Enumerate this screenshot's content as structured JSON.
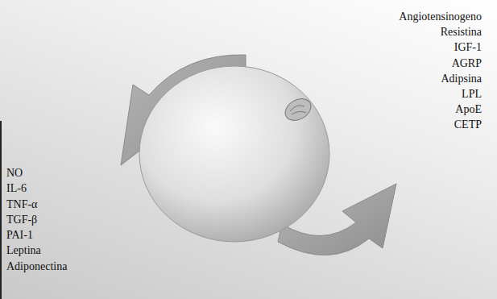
{
  "diagram": {
    "labels": [
      "Angiotensinogeno",
      "Resistina",
      "IGF-1",
      "AGRP",
      "Adipsina",
      "LPL",
      "ApoE",
      "CETP",
      "NO",
      "IL-6",
      "TNF-α",
      "TGF-β",
      "PAI-1",
      "Leptina",
      "Adiponectina"
    ]
  }
}
